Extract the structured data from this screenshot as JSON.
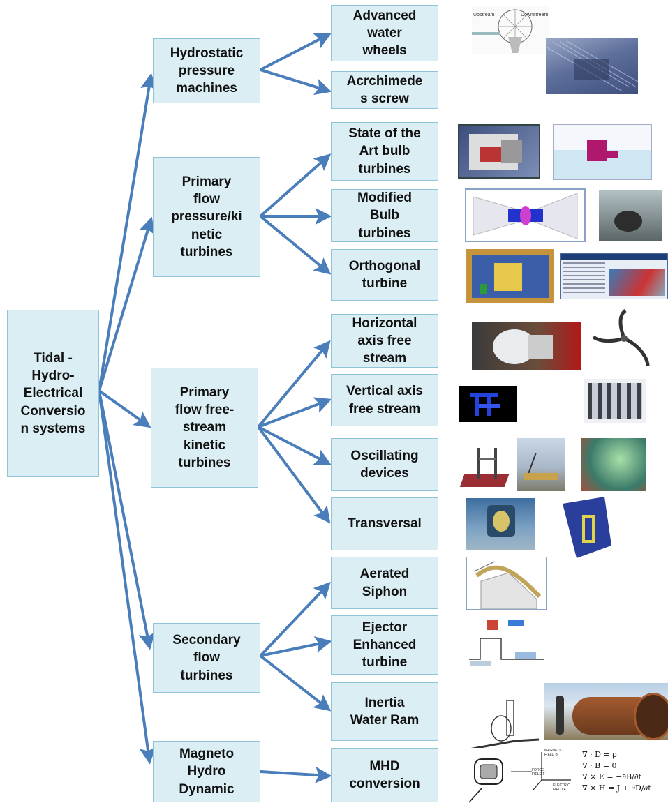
{
  "root": {
    "label": "Tidal -\nHydro-\nElectrical\nConversio\nn systems"
  },
  "categories": [
    {
      "label": "Hydrostatic\npressure\nmachines"
    },
    {
      "label": "Primary\nflow\npressure/ki\nnetic\nturbines"
    },
    {
      "label": "Primary\nflow free-\nstream\nkinetic\nturbines"
    },
    {
      "label": "Secondary\nflow\nturbines"
    },
    {
      "label": "Magneto\nHydro\nDynamic"
    }
  ],
  "types": [
    {
      "label": "Advanced\nwater\nwheels"
    },
    {
      "label": "Acrchimede\ns screw"
    },
    {
      "label": "State of the\nArt bulb\nturbines"
    },
    {
      "label": "Modified\nBulb\nturbines"
    },
    {
      "label": "Orthogonal\nturbine"
    },
    {
      "label": "Horizontal\naxis free\nstream"
    },
    {
      "label": "Vertical axis\nfree stream"
    },
    {
      "label": "Oscillating\ndevices"
    },
    {
      "label": "Transversal"
    },
    {
      "label": "Aerated\nSiphon"
    },
    {
      "label": "Ejector\nEnhanced\nturbine"
    },
    {
      "label": "Inertia\nWater Ram"
    },
    {
      "label": "MHD\nconversion"
    }
  ],
  "illustrations": {
    "water_wheel_upstream": "Upstream",
    "water_wheel_downstream": "Downstream",
    "mhd_axis_magnetic": "MAGNETIC FIELD B",
    "mhd_axis_force": "FORCE FIELD F",
    "mhd_axis_electric": "ELECTRIC FIELD E",
    "maxwell": [
      "∇ · D = ρ",
      "∇ · B = 0",
      "∇ × E = −∂B/∂t",
      "∇ × H = J + ∂D/∂t"
    ]
  },
  "colors": {
    "box_fill": "#dbeef4",
    "box_border": "#8fc3d6",
    "arrow": "#4a7ebb"
  }
}
